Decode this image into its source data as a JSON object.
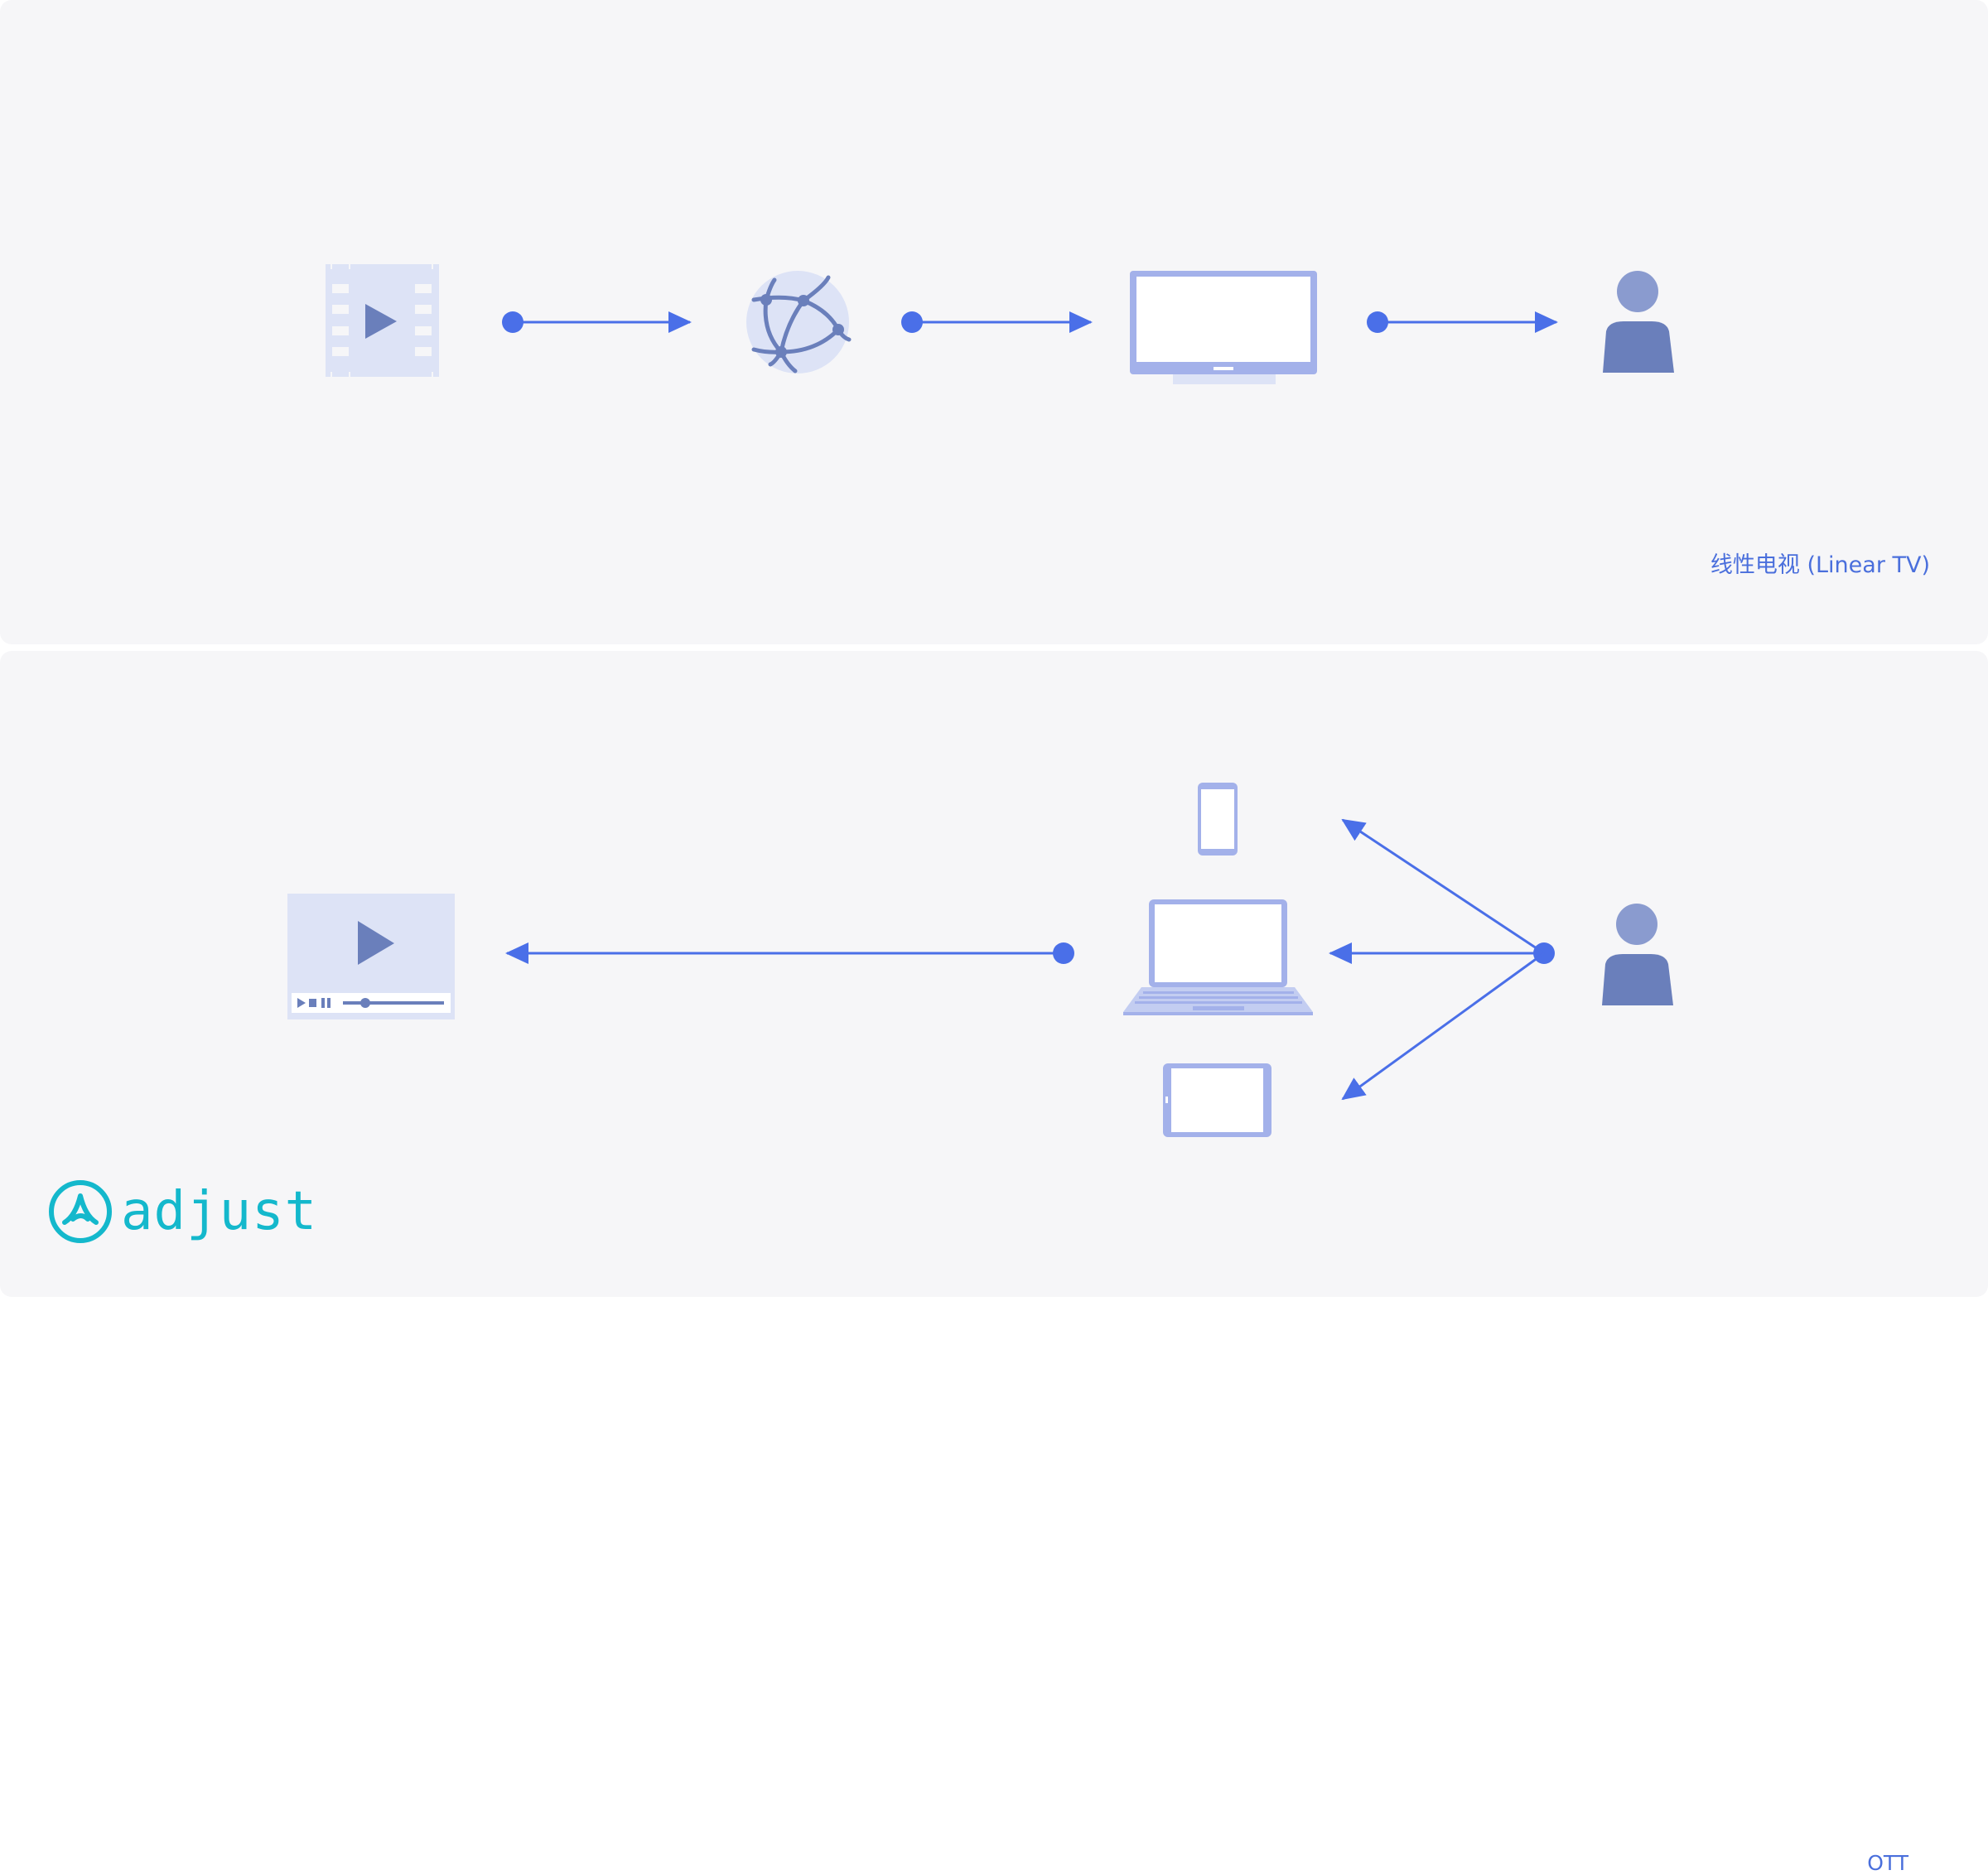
{
  "panels": {
    "top": {
      "label": "线性电视 (Linear TV)"
    },
    "bottom": {
      "label": "OTT"
    }
  },
  "logo": {
    "text": "adjust",
    "icon": "adjust-logo-icon"
  },
  "colors": {
    "panel_bg": "#f6f6f8",
    "accent_blue": "#4a6fe8",
    "icon_light": "#dde3f6",
    "icon_mid": "#a3b1ea",
    "icon_dark": "#6a7fbb",
    "logo_teal": "#14b8cc"
  },
  "icons": {
    "top_row": [
      "film-reel-icon",
      "globe-network-icon",
      "television-icon",
      "person-icon"
    ],
    "bottom_row": [
      "video-player-icon",
      "smartphone-icon",
      "laptop-icon",
      "tablet-icon",
      "person-icon"
    ]
  }
}
